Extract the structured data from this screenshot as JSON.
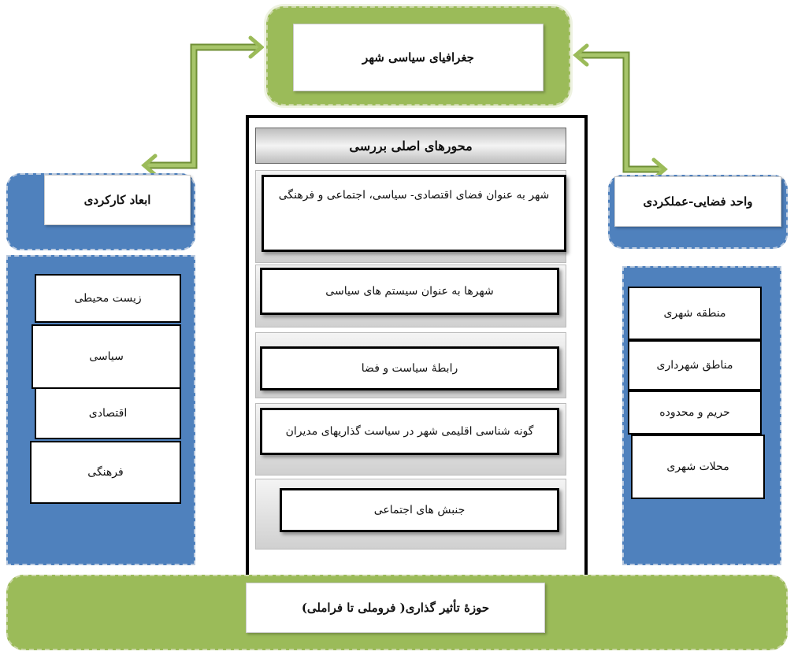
{
  "top": {
    "title": "جغرافیای سیاسی شهر"
  },
  "center": {
    "header": "محورهای اصلی بررسی",
    "items": [
      "شهر به عنوان فضای اقتصادی- سیاسی، اجتماعی و فرهنگی",
      "شهرها به عنوان سیستم های سیاسی",
      "رابطهٔ سیاست و فضا",
      "گونه شناسی اقلیمی شهر در سیاست گذاریهای مدیران",
      "جنبش های اجتماعی"
    ]
  },
  "left": {
    "header": "ابعاد کارکردی",
    "items": [
      "زیست محیطی",
      "سیاسی",
      "اقتصادی",
      "فرهنگی"
    ]
  },
  "right": {
    "header": "واحد فضایی-عملکردی",
    "items": [
      "منطقه شهری",
      "مناطق شهرداری",
      "حریم و محدوده",
      "محلات شهری"
    ]
  },
  "bottom": {
    "title": "حوزهٔ تأثیر گذاری( فروملی تا فراملی)"
  },
  "colors": {
    "green": "#9bbb59",
    "blue": "#4f81bd",
    "arrow": "#9bbb59"
  }
}
